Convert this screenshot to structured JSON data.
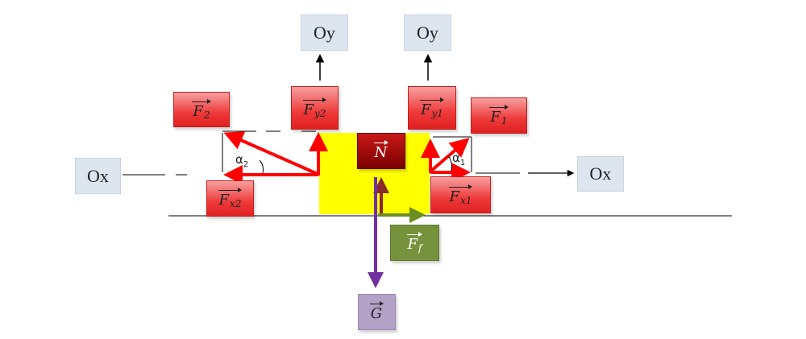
{
  "axes": {
    "ox_left": "Ox",
    "ox_right": "Ox",
    "oy_left": "Oy",
    "oy_right": "Oy"
  },
  "vectors": {
    "f2": {
      "symbol": "F",
      "sub": "2"
    },
    "fy2": {
      "symbol": "F",
      "sub": "y2"
    },
    "fy1": {
      "symbol": "F",
      "sub": "y1"
    },
    "f1": {
      "symbol": "F",
      "sub": "1"
    },
    "n": {
      "symbol": "N",
      "sub": ""
    },
    "fx2": {
      "symbol": "F",
      "sub": "x2"
    },
    "fx1": {
      "symbol": "F",
      "sub": "x1"
    },
    "ff": {
      "symbol": "F",
      "sub": "f"
    },
    "g": {
      "symbol": "G",
      "sub": ""
    }
  },
  "angles": {
    "alpha2": {
      "symbol": "α",
      "sub": "2"
    },
    "alpha1": {
      "symbol": "α",
      "sub": "1"
    }
  },
  "colors": {
    "force": "#ff0000",
    "block": "#ffff00",
    "normal": "#8b2a2a",
    "gravity": "#7030a0",
    "friction": "#6b8e23",
    "axis": "#000000"
  }
}
